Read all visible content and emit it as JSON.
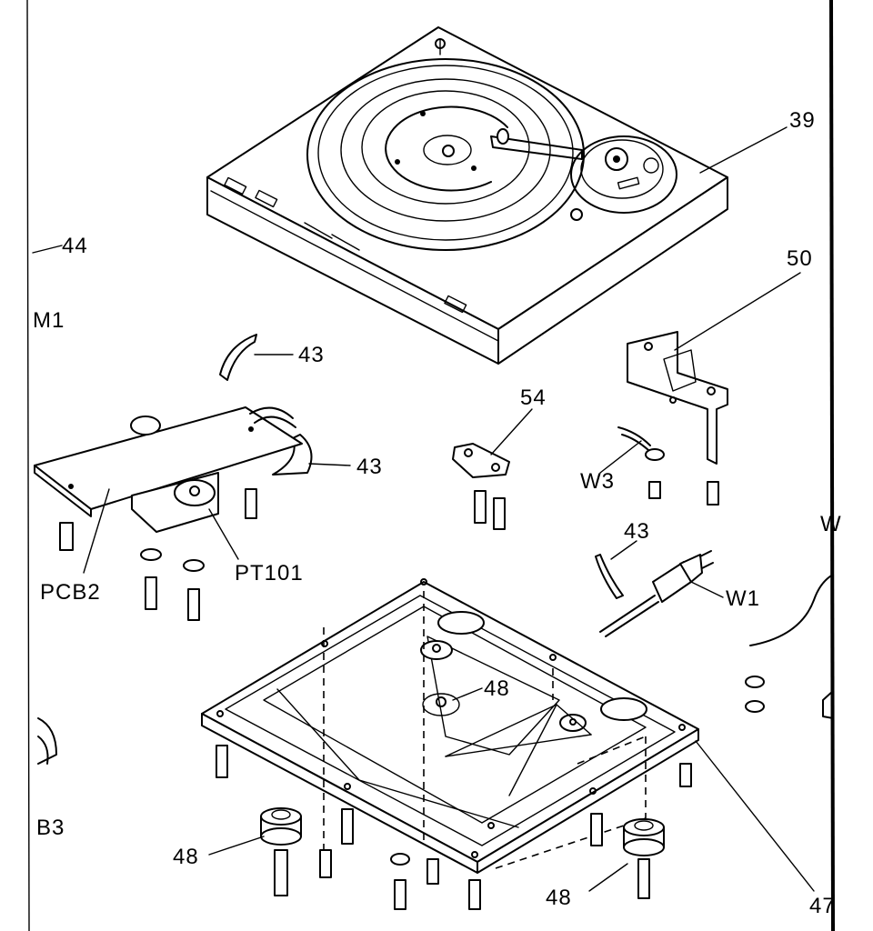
{
  "labels": {
    "p39": "39",
    "p44": "44",
    "m1": "M1",
    "p50": "50",
    "p43a": "43",
    "p54": "54",
    "p43b": "43",
    "w3": "W3",
    "p43c": "43",
    "w": "W",
    "pcb2": "PCB2",
    "pt101": "PT101",
    "w1": "W1",
    "p48a": "48",
    "p48b": "48",
    "b3": "B3",
    "p48c": "48",
    "p47": "47"
  }
}
